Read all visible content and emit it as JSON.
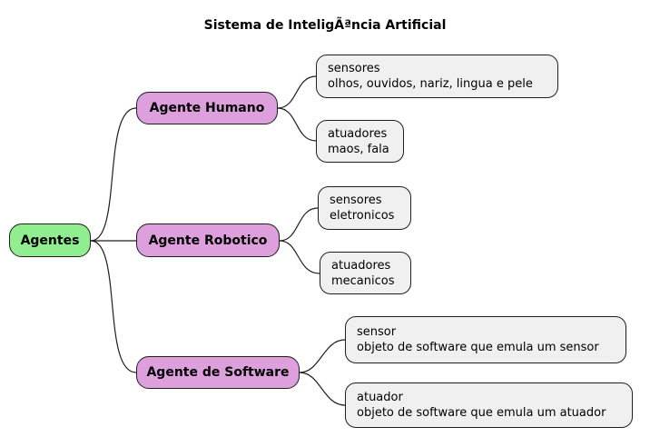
{
  "title": "Sistema de InteligÃªncia Artificial",
  "colors": {
    "root_fill": "#90EE90",
    "branch_fill": "#DDA0DD",
    "leaf_fill": "#F0F0F0",
    "stroke": "#1F1F1F"
  },
  "root": {
    "label": "Agentes"
  },
  "branches": [
    {
      "label": "Agente Humano",
      "leaves": [
        {
          "title": "sensores",
          "desc": "olhos, ouvidos, nariz, lingua e pele"
        },
        {
          "title": "atuadores",
          "desc": "maos, fala"
        }
      ]
    },
    {
      "label": "Agente Robotico",
      "leaves": [
        {
          "title": "sensores",
          "desc": "eletronicos"
        },
        {
          "title": "atuadores",
          "desc": "mecanicos"
        }
      ]
    },
    {
      "label": "Agente de Software",
      "leaves": [
        {
          "title": "sensor",
          "desc": "objeto de software que emula um sensor"
        },
        {
          "title": "atuador",
          "desc": "objeto de software que emula um atuador"
        }
      ]
    }
  ]
}
